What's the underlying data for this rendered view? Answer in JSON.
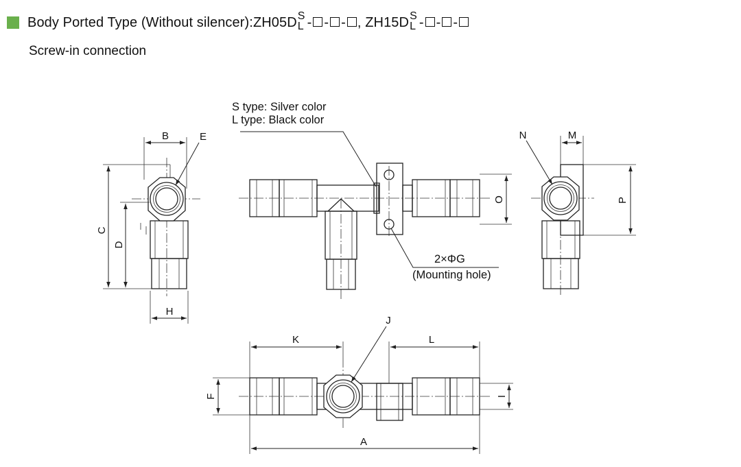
{
  "header": {
    "title_text": "Body Ported Type (Without silencer): ",
    "model1_base": "ZH05D",
    "model2_base": "ZH15D",
    "suffix_top": "S",
    "suffix_bottom": "L",
    "separator": ", ",
    "dash": "-",
    "bullet_color": "#6ab04c"
  },
  "subtitle": "Screw-in connection",
  "notes": {
    "color_line1": "S type: Silver color",
    "color_line2": "L type: Black color",
    "mount_line1": "2×ΦG",
    "mount_line2": "(Mounting hole)"
  },
  "dims": {
    "A": "A",
    "B": "B",
    "C": "C",
    "D": "D",
    "E": "E",
    "F": "F",
    "H": "H",
    "I": "I",
    "J": "J",
    "K": "K",
    "L": "L",
    "M": "M",
    "N": "N",
    "O": "O",
    "P": "P"
  }
}
